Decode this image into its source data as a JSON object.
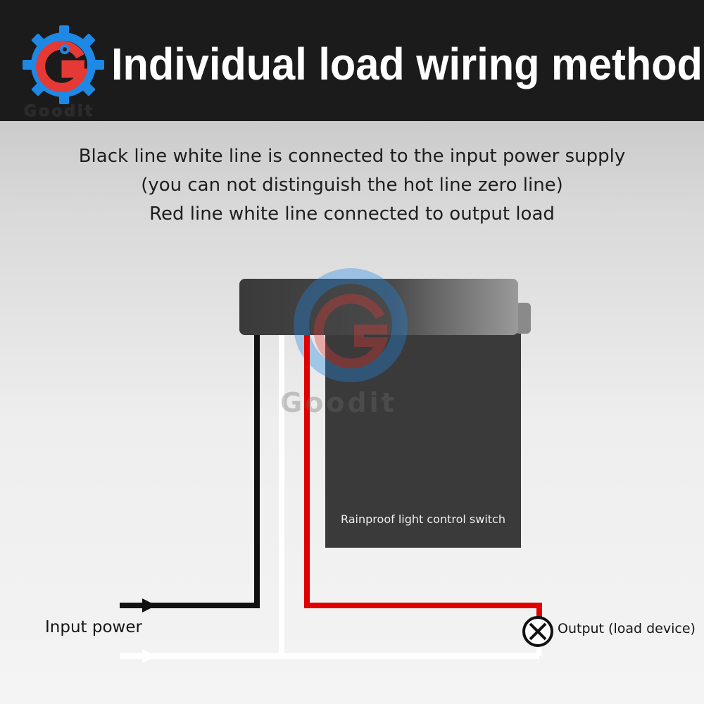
{
  "header": {
    "title": "Individual load wiring method",
    "brand": "Goodit",
    "background_color": "#1b1b1b"
  },
  "description": {
    "lines": [
      "Black line white line is connected to the input power supply",
      "(you can not distinguish the hot line zero line)",
      "Red line white line connected to output load"
    ]
  },
  "diagram": {
    "switch_label": "Rainproof light control switch",
    "input_label": "Input power",
    "output_label": "Output (load device)",
    "output_symbol": "lamp-x-icon",
    "wires": [
      {
        "name": "black",
        "color": "#111111"
      },
      {
        "name": "white",
        "color": "#ffffff"
      },
      {
        "name": "red",
        "color": "#e00000"
      }
    ],
    "watermark": "Goodit"
  }
}
